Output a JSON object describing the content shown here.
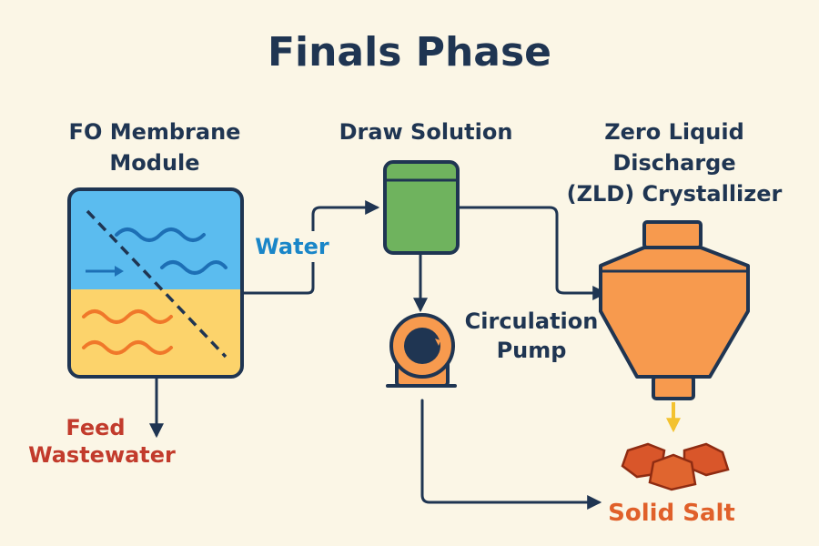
{
  "title": "Finals Phase",
  "nodes": {
    "fo_module": {
      "label_lines": [
        "FO Membrane",
        "Module"
      ]
    },
    "draw_solution": {
      "label": "Draw Solution"
    },
    "zld": {
      "label_lines": [
        "Zero Liquid",
        "Discharge",
        "(ZLD) Crystallizer"
      ]
    },
    "pump": {
      "label_lines": [
        "Circulation",
        "Pump"
      ]
    },
    "feed": {
      "label_lines": [
        "Feed",
        "Wastewater"
      ]
    },
    "salt": {
      "label": "Solid Salt"
    }
  },
  "edges": {
    "water": {
      "label": "Water"
    }
  },
  "colors": {
    "background": "#fbf6e6",
    "navy": "#1f3552",
    "water_blue": "#5bbcef",
    "feed_yellow": "#fcd36b",
    "draw_green": "#6fb35e",
    "crystallizer_orange": "#f79a4e",
    "salt_orange": "#d9562a",
    "arrow_yellow": "#f3c230"
  }
}
